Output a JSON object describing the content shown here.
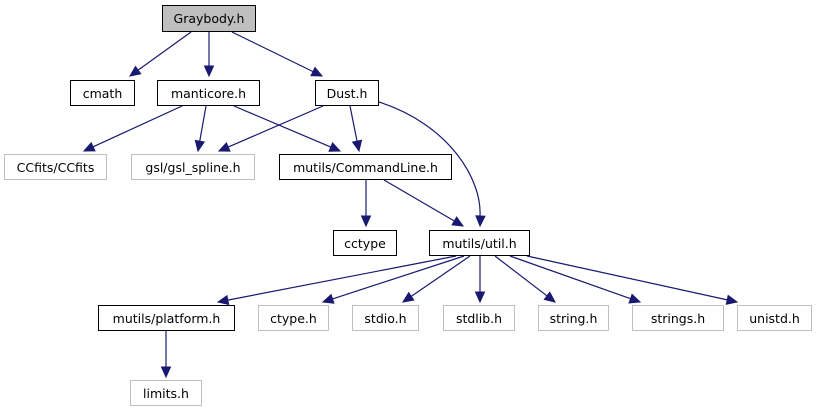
{
  "graph": {
    "title": "Graybody.h include dependency graph",
    "edge_color": "#191970",
    "root_fill": "#bfbfbf",
    "external_border": "#bfbfbf",
    "nodes": [
      {
        "id": "graybody",
        "label": "Graybody.h",
        "kind": "root"
      },
      {
        "id": "cmath",
        "label": "cmath",
        "kind": "internal"
      },
      {
        "id": "manticore",
        "label": "manticore.h",
        "kind": "internal"
      },
      {
        "id": "dust",
        "label": "Dust.h",
        "kind": "internal"
      },
      {
        "id": "ccfits",
        "label": "CCfits/CCfits",
        "kind": "external"
      },
      {
        "id": "gsl_spline",
        "label": "gsl/gsl_spline.h",
        "kind": "external"
      },
      {
        "id": "commandline",
        "label": "mutils/CommandLine.h",
        "kind": "internal"
      },
      {
        "id": "cctype",
        "label": "cctype",
        "kind": "internal"
      },
      {
        "id": "util",
        "label": "mutils/util.h",
        "kind": "internal"
      },
      {
        "id": "platform",
        "label": "mutils/platform.h",
        "kind": "internal"
      },
      {
        "id": "ctype",
        "label": "ctype.h",
        "kind": "external"
      },
      {
        "id": "stdio",
        "label": "stdio.h",
        "kind": "external"
      },
      {
        "id": "stdlib",
        "label": "stdlib.h",
        "kind": "external"
      },
      {
        "id": "string",
        "label": "string.h",
        "kind": "external"
      },
      {
        "id": "strings",
        "label": "strings.h",
        "kind": "external"
      },
      {
        "id": "unistd",
        "label": "unistd.h",
        "kind": "external"
      },
      {
        "id": "limits",
        "label": "limits.h",
        "kind": "external"
      }
    ],
    "edges": [
      {
        "from": "graybody",
        "to": "cmath"
      },
      {
        "from": "graybody",
        "to": "manticore"
      },
      {
        "from": "graybody",
        "to": "dust"
      },
      {
        "from": "manticore",
        "to": "ccfits"
      },
      {
        "from": "manticore",
        "to": "gsl_spline"
      },
      {
        "from": "manticore",
        "to": "commandline"
      },
      {
        "from": "dust",
        "to": "gsl_spline"
      },
      {
        "from": "dust",
        "to": "commandline"
      },
      {
        "from": "dust",
        "to": "util"
      },
      {
        "from": "commandline",
        "to": "cctype"
      },
      {
        "from": "commandline",
        "to": "util"
      },
      {
        "from": "util",
        "to": "platform"
      },
      {
        "from": "util",
        "to": "ctype"
      },
      {
        "from": "util",
        "to": "stdio"
      },
      {
        "from": "util",
        "to": "stdlib"
      },
      {
        "from": "util",
        "to": "string"
      },
      {
        "from": "util",
        "to": "strings"
      },
      {
        "from": "util",
        "to": "unistd"
      },
      {
        "from": "platform",
        "to": "limits"
      }
    ]
  }
}
